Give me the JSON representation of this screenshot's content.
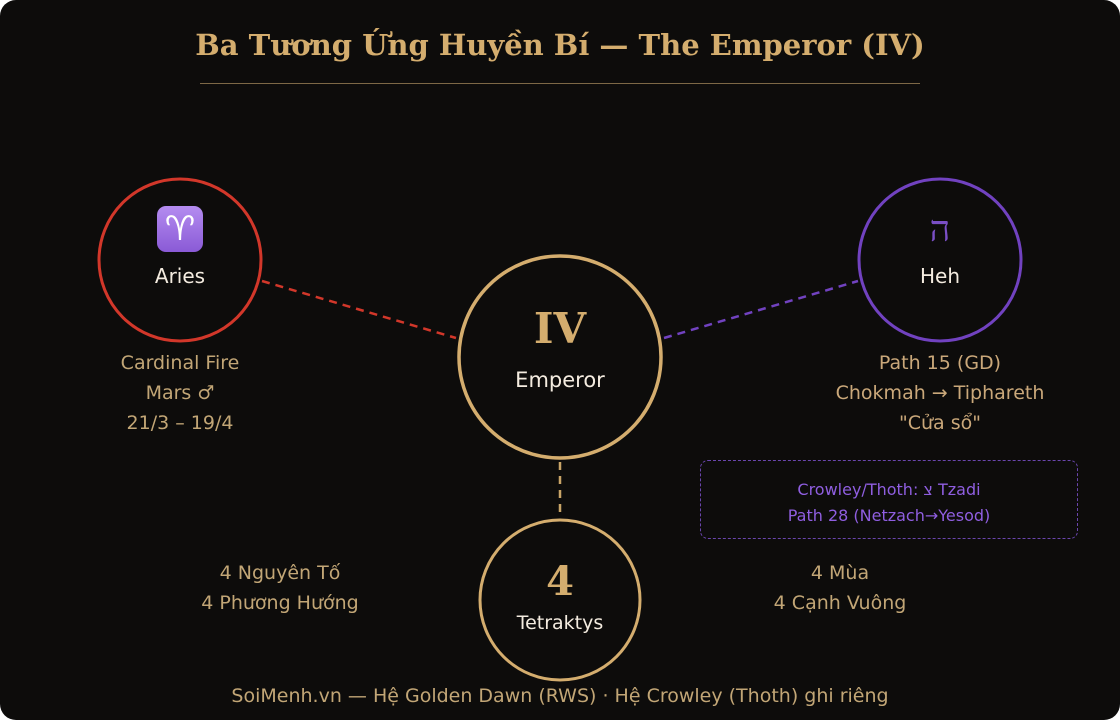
{
  "title": "Ba Tương Ứng Huyền Bí — The Emperor (IV)",
  "colors": {
    "background": "#0d0c0b",
    "gold": "#d4ad6e",
    "aries_red": "#d2372a",
    "heh_purple": "#7142c0",
    "muted_text": "#c2a676"
  },
  "aries": {
    "glyph": "♈",
    "label": "Aries",
    "details": [
      "Cardinal Fire",
      "Mars ♂",
      "21/3 – 19/4"
    ]
  },
  "emperor": {
    "numeral": "IV",
    "label": "Emperor"
  },
  "heh": {
    "glyph": "ה",
    "label": "Heh",
    "details": [
      "Path 15 (GD)",
      "Chokmah → Tiphareth",
      "\"Cửa sổ\""
    ]
  },
  "crowley_note": [
    "Crowley/Thoth: צ Tzadi",
    "Path 28 (Netzach→Yesod)"
  ],
  "tetraktys": {
    "number": "4",
    "label": "Tetraktys",
    "left_details": [
      "4 Nguyên Tố",
      "4 Phương Hướng"
    ],
    "right_details": [
      "4 Mùa",
      "4 Cạnh Vuông"
    ]
  },
  "footer": "SoiMenh.vn — Hệ Golden Dawn (RWS) · Hệ Crowley (Thoth) ghi riêng"
}
